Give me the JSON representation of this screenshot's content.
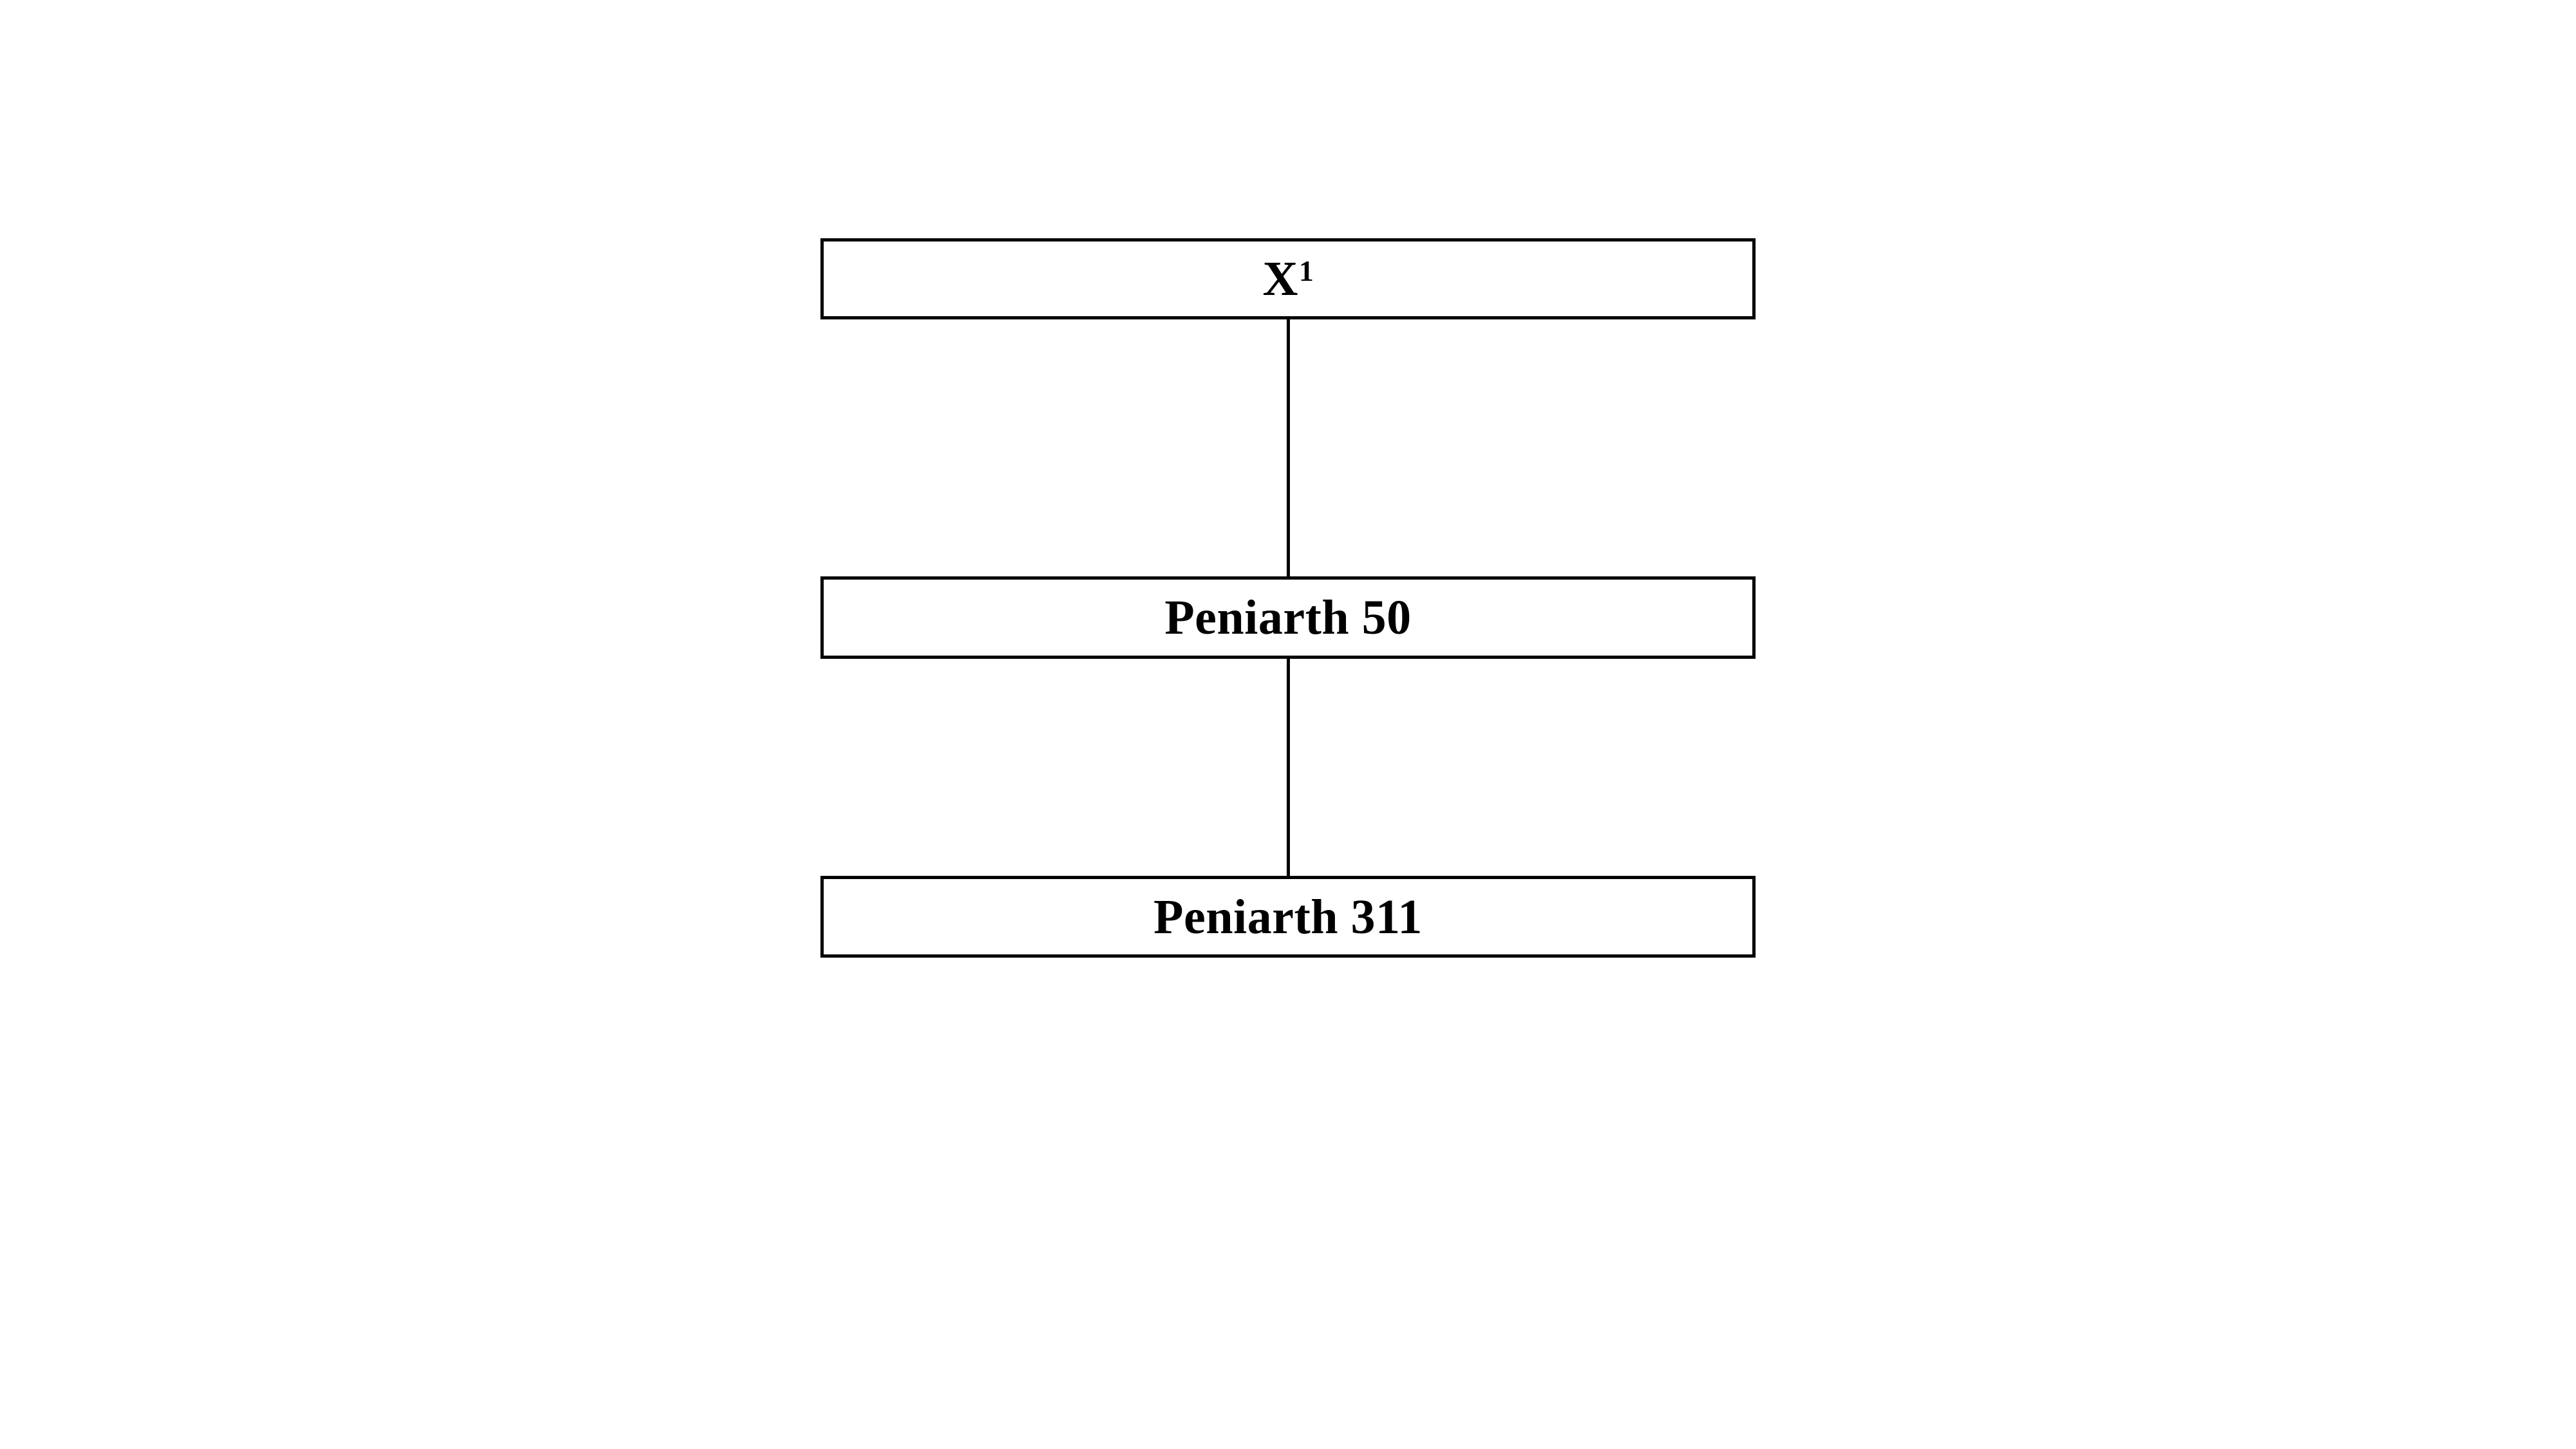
{
  "diagram": {
    "type": "stemma",
    "title": "",
    "background_color": "#ffffff",
    "line_color": "#000000",
    "border_color": "#000000",
    "nodes": [
      {
        "id": "x1",
        "label": "X",
        "superscript": "1",
        "full_label": "X¹"
      },
      {
        "id": "peniarth-50",
        "label": "Peniarth 50",
        "superscript": "",
        "full_label": "Peniarth 50"
      },
      {
        "id": "peniarth-311",
        "label": "Peniarth 311",
        "superscript": "",
        "full_label": "Peniarth 311"
      }
    ],
    "edges": [
      {
        "id": "edge-1",
        "from": "x1",
        "to": "peniarth-50"
      },
      {
        "id": "edge-2",
        "from": "peniarth-50",
        "to": "peniarth-311"
      }
    ]
  }
}
